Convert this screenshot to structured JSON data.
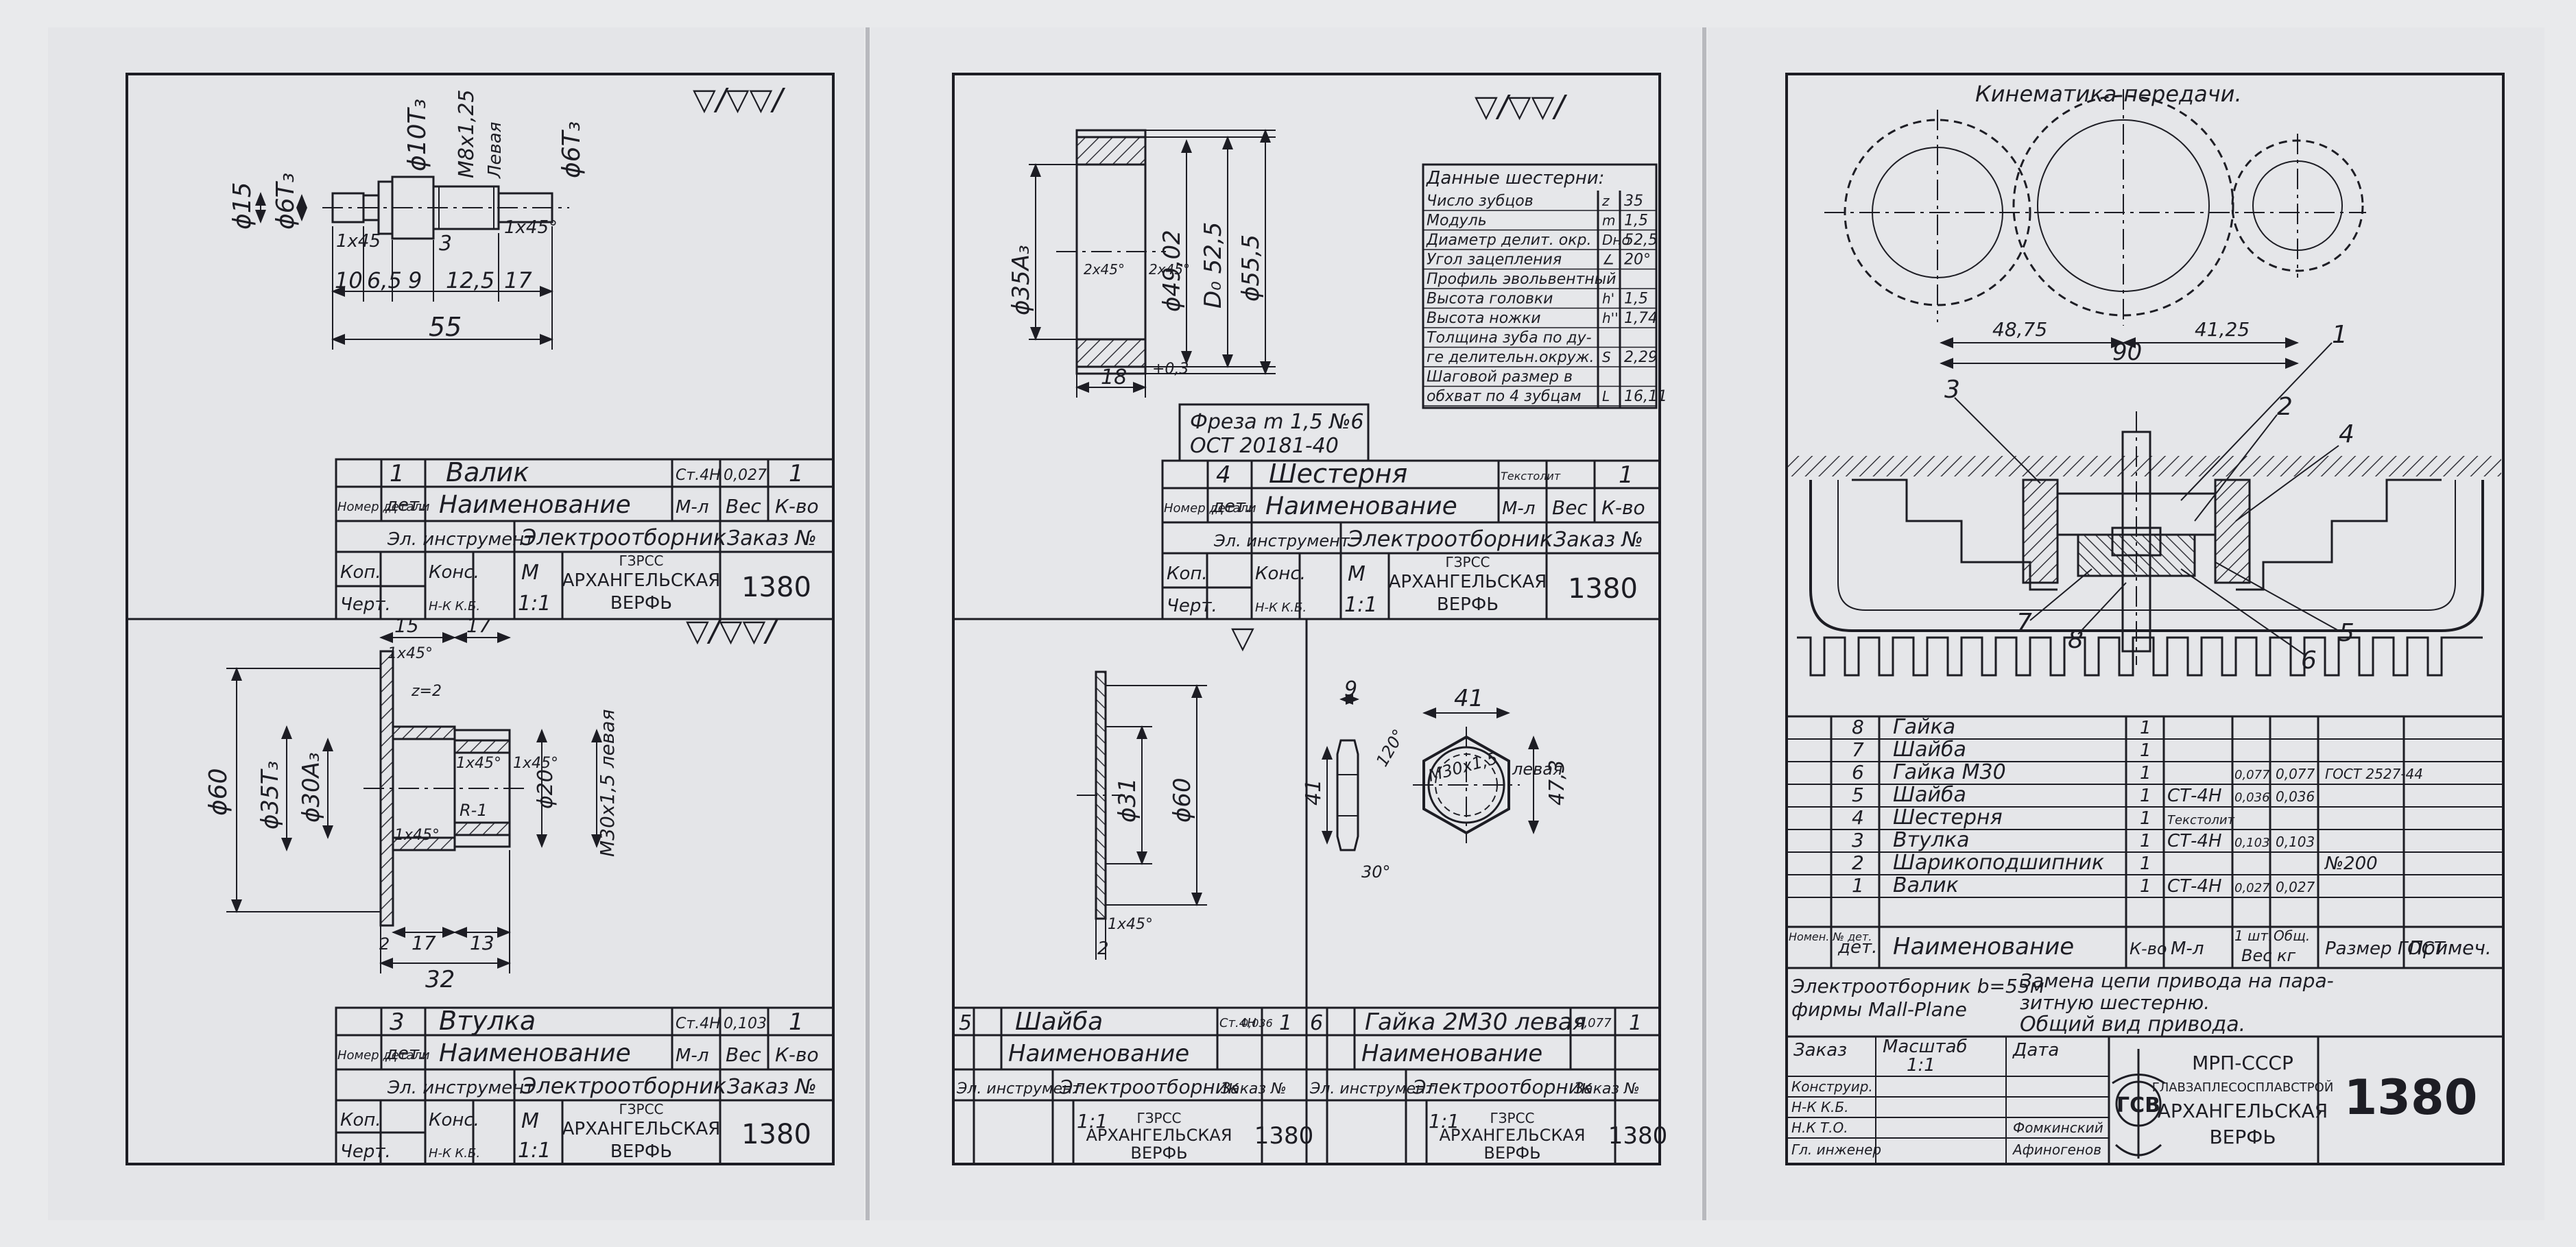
{
  "sheets": {
    "valik": {
      "roughness": "▽/▽▽/",
      "dims": {
        "d15": "ϕ15",
        "d6t_a": "ϕ6T₃",
        "d10t": "ϕ10T₃",
        "thread": "M8x1,25",
        "thread_dir": "Левая",
        "d6t_b": "ϕ6T₃",
        "ch1": "1x45",
        "ch2": "1x45°",
        "n3": "3",
        "l10": "10",
        "l65": "6,5",
        "l9": "9",
        "l125": "12,5",
        "l17": "17",
        "l55": "55"
      },
      "title_block": {
        "pos": "1",
        "name": "Валик",
        "material": "Ст.4Н",
        "weight": "0,027",
        "qty": "1"
      }
    },
    "vtulka": {
      "roughness": "▽/▽▽/",
      "dims": {
        "l15": "15",
        "l17a": "17",
        "ch_top": "1x45°",
        "z2": "z=2",
        "ch_mid": "1x45°",
        "ch_right": "1x45°",
        "d20": "ϕ20",
        "r1": "R-1",
        "ch_bot": "1x45°",
        "thread": "M30x1,5 левая",
        "d60": "ϕ60",
        "d357": "ϕ35T₃",
        "d30": "ϕ30A₃",
        "l2": "2",
        "l17b": "17",
        "l13": "13",
        "l32": "32"
      },
      "title_block": {
        "pos": "3",
        "name": "Втулка",
        "material": "Ст.4Н",
        "weight": "0,103",
        "qty": "1"
      }
    },
    "shesternya": {
      "roughness": "▽/▽▽/",
      "dims": {
        "d35": "ϕ35A₃",
        "d4902": "ϕ49,02",
        "do": "D₀ 52,5",
        "d555": "ϕ55,5",
        "ch1": "2x45°",
        "ch2": "2x45°",
        "l18": "18",
        "tol": "+0,3"
      },
      "data_table": {
        "title": "Данные шестерни:",
        "rows": [
          {
            "label": "Число зубцов",
            "sym": "z",
            "val": "35"
          },
          {
            "label": "Модуль",
            "sym": "m",
            "val": "1,5"
          },
          {
            "label": "Диаметр делит. окр.",
            "sym": "Dно",
            "val": "52,5"
          },
          {
            "label": "Угол зацепления",
            "sym": "∠",
            "val": "20°"
          },
          {
            "label": "Профиль эвольвентный",
            "sym": "",
            "val": ""
          },
          {
            "label": "Высота головки",
            "sym": "h'",
            "val": "1,5"
          },
          {
            "label": "Высота ножки",
            "sym": "h''",
            "val": "1,74"
          },
          {
            "label": "Толщина зуба по ду-",
            "sym": "",
            "val": ""
          },
          {
            "label": "ге делительн.окруж.",
            "sym": "S",
            "val": "2,29"
          },
          {
            "label": "Шаговой размер в",
            "sym": "",
            "val": ""
          },
          {
            "label": "обхват по 4 зубцам",
            "sym": "L",
            "val": "16,11"
          }
        ]
      },
      "cutter_line1": "Фреза m 1,5 №6",
      "cutter_line2": "ОСТ 20181-40",
      "title_block": {
        "pos": "4",
        "name": "Шестерня",
        "material": "Текстолит",
        "weight": "",
        "qty": "1"
      }
    },
    "shayba": {
      "roughness": "▽",
      "dims": {
        "d31": "ϕ31",
        "d60": "ϕ60",
        "ch": "1x45°",
        "l2": "2"
      },
      "title_block": {
        "pos": "5",
        "name": "Шайба",
        "material": "Ст.4Н",
        "weight": "0,036",
        "qty": "1"
      }
    },
    "gayka": {
      "dims": {
        "l9": "9",
        "a120": "120°",
        "l41v": "41",
        "a30": "30°",
        "l41h": "41",
        "thread": "M30x1,5",
        "dir": "левая",
        "l473": "47,3"
      },
      "title_block": {
        "pos": "6",
        "name": "Гайка 2М30 левая",
        "material": "",
        "weight": "0,077",
        "qty": "1"
      }
    }
  },
  "common_title_block": {
    "header_pos": "Номер детали",
    "header_det": "дет.",
    "header_name": "Наименование",
    "header_material": "М-л",
    "header_weight": "Вес",
    "header_qty": "К-во",
    "tool_label": "Эл. инструмент",
    "product": "Электроотборник",
    "order_label": "Заказ №",
    "copied_label": "Коп.",
    "drawn_label": "Черт.",
    "checked_label": "Конс.",
    "inspector": "Н-К К.Б.",
    "scale_label": "М",
    "scale": "1:1",
    "org_short": "ГЗРСС",
    "org_line1": "АРХАНГЕЛЬСКАЯ",
    "org_line2": "ВЕРФЬ",
    "order_number": "1380"
  },
  "assembly": {
    "kinematics_title": "Кинематика передачи.",
    "dims": {
      "l4875": "48,75",
      "l4125": "41,25",
      "l90": "90"
    },
    "callouts": [
      "1",
      "2",
      "3",
      "4",
      "5",
      "6",
      "7",
      "8"
    ],
    "parts": [
      {
        "num": "8",
        "name": "Гайка",
        "qty": "1",
        "material": "",
        "weight_piece": "",
        "weight_total": "",
        "gost": "",
        "note": ""
      },
      {
        "num": "7",
        "name": "Шайба",
        "qty": "1",
        "material": "",
        "weight_piece": "",
        "weight_total": "",
        "gost": "",
        "note": ""
      },
      {
        "num": "6",
        "name": "Гайка М30",
        "qty": "1",
        "material": "",
        "weight_piece": "0,077",
        "weight_total": "0,077",
        "gost": "ГОСТ 2527-44",
        "note": ""
      },
      {
        "num": "5",
        "name": "Шайба",
        "qty": "1",
        "material": "СТ-4Н",
        "weight_piece": "0,036",
        "weight_total": "0,036",
        "gost": "",
        "note": ""
      },
      {
        "num": "4",
        "name": "Шестерня",
        "qty": "1",
        "material": "Текстолит",
        "weight_piece": "",
        "weight_total": "",
        "gost": "",
        "note": ""
      },
      {
        "num": "3",
        "name": "Втулка",
        "qty": "1",
        "material": "СТ-4Н",
        "weight_piece": "0,103",
        "weight_total": "0,103",
        "gost": "",
        "note": ""
      },
      {
        "num": "2",
        "name": "Шарикоподшипник",
        "qty": "1",
        "material": "",
        "weight_piece": "",
        "weight_total": "",
        "gost": "№200",
        "note": ""
      },
      {
        "num": "1",
        "name": "Валик",
        "qty": "1",
        "material": "СТ-4Н",
        "weight_piece": "0,027",
        "weight_total": "0,027",
        "gost": "",
        "note": ""
      }
    ],
    "header": {
      "pos": "Номен. № дет.",
      "det": "дет.",
      "name": "Наименование",
      "qty": "К-во",
      "material": "М-л",
      "weight_piece": "1 шт.",
      "weight_total": "Общ.",
      "weight_unit": "Вес кг",
      "gost": "Размер ГОСТ",
      "note": "Примеч."
    },
    "product_line1": "Электроотборник b=55м",
    "product_line2": "фирмы Mall-Plane",
    "desc_line1": "Замена цепи привода на пара-",
    "desc_line2": "зитную шестерню.",
    "desc_line3": "Общий вид привода.",
    "order_label": "Заказ",
    "scale_label": "Масштаб",
    "scale": "1:1",
    "date_label": "Дата",
    "roles": [
      "Конструир.",
      "Н-К К.Б.",
      "Н.К Т.О.",
      "Гл. инженер"
    ],
    "signatures": [
      "Фомкинский",
      "Афиногенов"
    ],
    "ministry": "МРП-СССР",
    "trust": "ГЛАВЗАПЛЕСОСПЛАВСТРОЙ",
    "org_line1": "АРХАНГЕЛЬСКАЯ",
    "org_line2": "ВЕРФЬ",
    "order_number": "1380",
    "logo_letters": "ГСВ"
  }
}
